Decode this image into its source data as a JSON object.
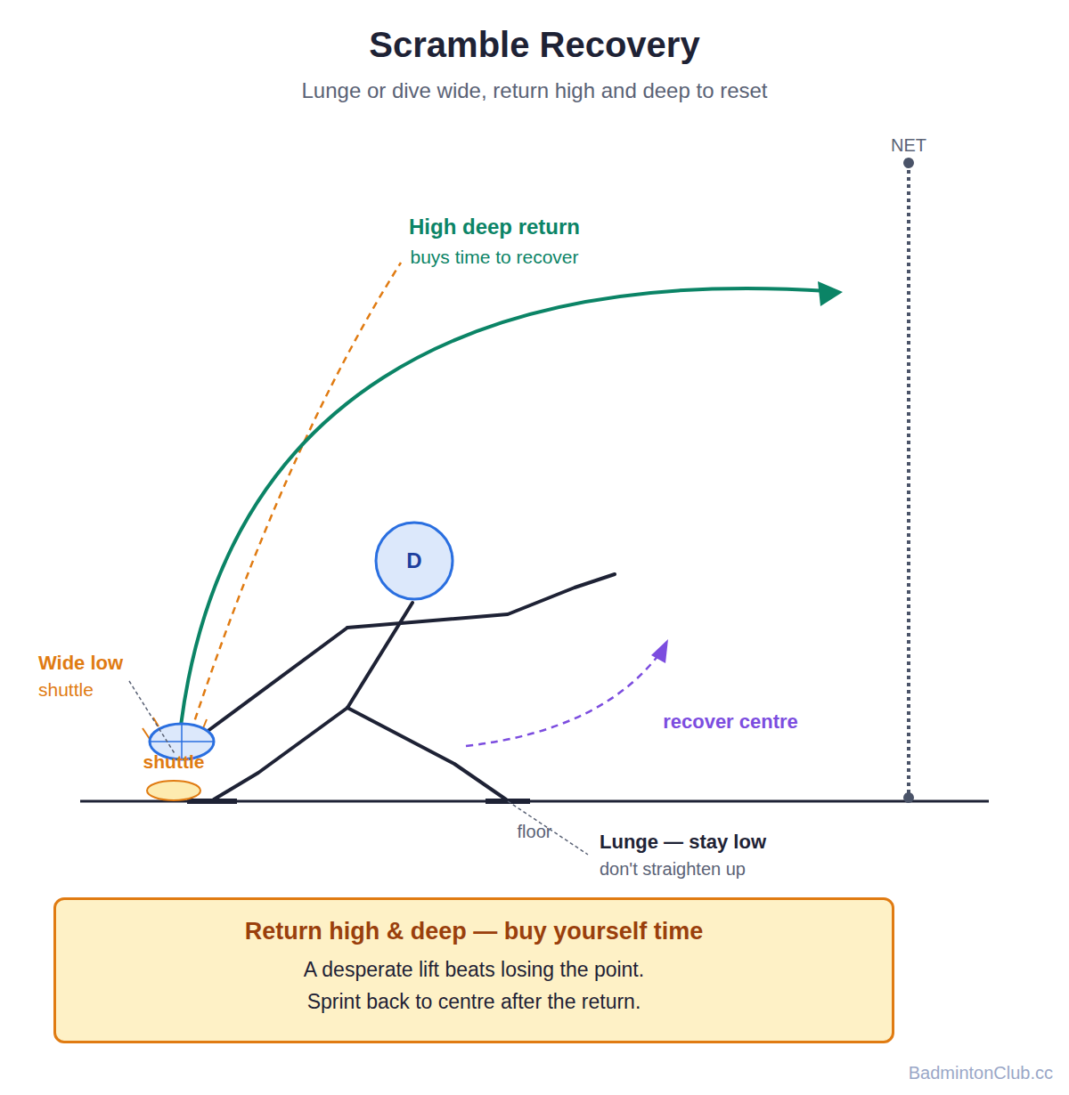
{
  "diagram": {
    "title": "Scramble Recovery",
    "caption": "Lunge or dive wide, return high and deep to reset",
    "nodes": [
      {
        "text": [
          "D"
        ]
      },
      {
        "text": [
          "Return high & deep — buy yourself time",
          "A desperate lift beats losing the point.",
          "Sprint back to centre after the return."
        ]
      }
    ],
    "labels": [
      "NET",
      "High deep return",
      "buys time to recover",
      "Wide low",
      "shuttle",
      "shuttle",
      "recover centre",
      "floor",
      "Lunge — stay low",
      "don't straighten up",
      "BadmintonClub.cc"
    ]
  }
}
